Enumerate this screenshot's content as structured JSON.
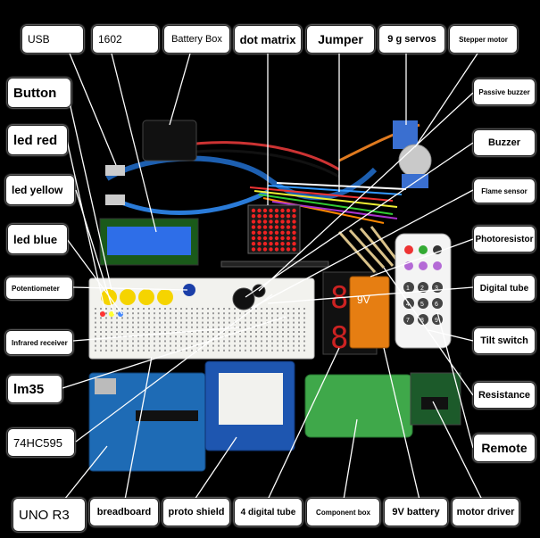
{
  "labels": {
    "usb": "USB",
    "lcd_1602": "1602",
    "battery_box": "Battery Box",
    "dot_matrix": "dot matrix",
    "jumper": "Jumper",
    "servos": "9 g servos",
    "stepper_motor": "Stepper motor",
    "button": "Button",
    "passive_buzzer": "Passive buzzer",
    "led_red": "led red",
    "buzzer": "Buzzer",
    "led_yellow": "led yellow",
    "flame_sensor": "Flame sensor",
    "led_blue": "led blue",
    "photoresistor": "Photoresistor",
    "potentiometer": "Potentiometer",
    "digital_tube": "Digital tube",
    "infrared_receiver": "Infrared receiver",
    "tilt_switch": "Tilt switch",
    "lm35": "lm35",
    "resistance": "Resistance",
    "ic_74hc595": "74HC595",
    "remote": "Remote",
    "uno_r3": "UNO R3",
    "breadboard": "breadboard",
    "proto_shield": "proto shield",
    "four_digit_tube": "4 digital tube",
    "component_box": "Component box",
    "battery_9v": "9V battery",
    "motor_driver": "motor driver"
  },
  "board_text": {
    "battery_print": "9V",
    "remote_keys": [
      "1",
      "2",
      "3",
      "4",
      "5",
      "6",
      "7",
      "8",
      "9"
    ]
  },
  "colors": {
    "background": "#000000",
    "label_bg": "#ffffff",
    "pointer": "#ffffff"
  }
}
